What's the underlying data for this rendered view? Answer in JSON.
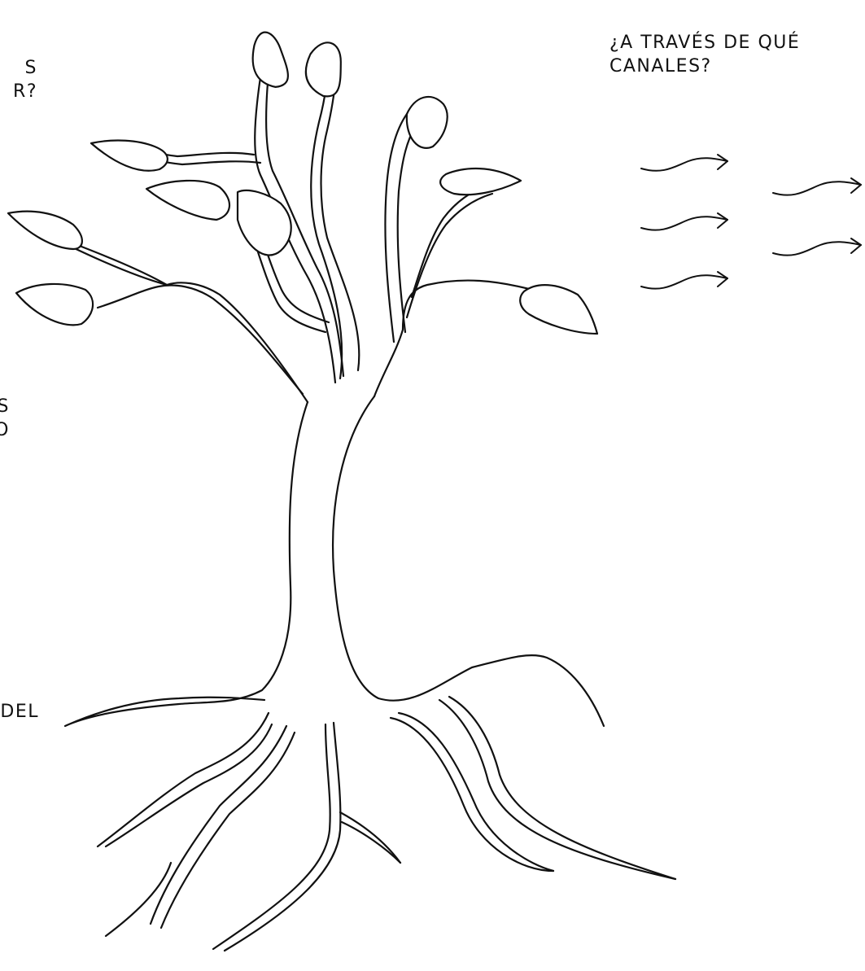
{
  "labels": {
    "right_question": {
      "line1": "¿A TRAVÉS DE QUÉ",
      "line2": "CANALES?"
    },
    "left_top_fragment": {
      "line1": "S",
      "line2": "R?"
    },
    "left_middle_fragment": {
      "line1": "S",
      "line2": "O"
    },
    "left_bottom_fragment": {
      "line1": "DEL"
    }
  },
  "colors": {
    "background": "#ffffff",
    "ink": "#111111"
  },
  "icons": {
    "arrow": "wavy-right-arrow-icon",
    "tree": "tree-illustration",
    "leaf": "leaf-icon"
  }
}
